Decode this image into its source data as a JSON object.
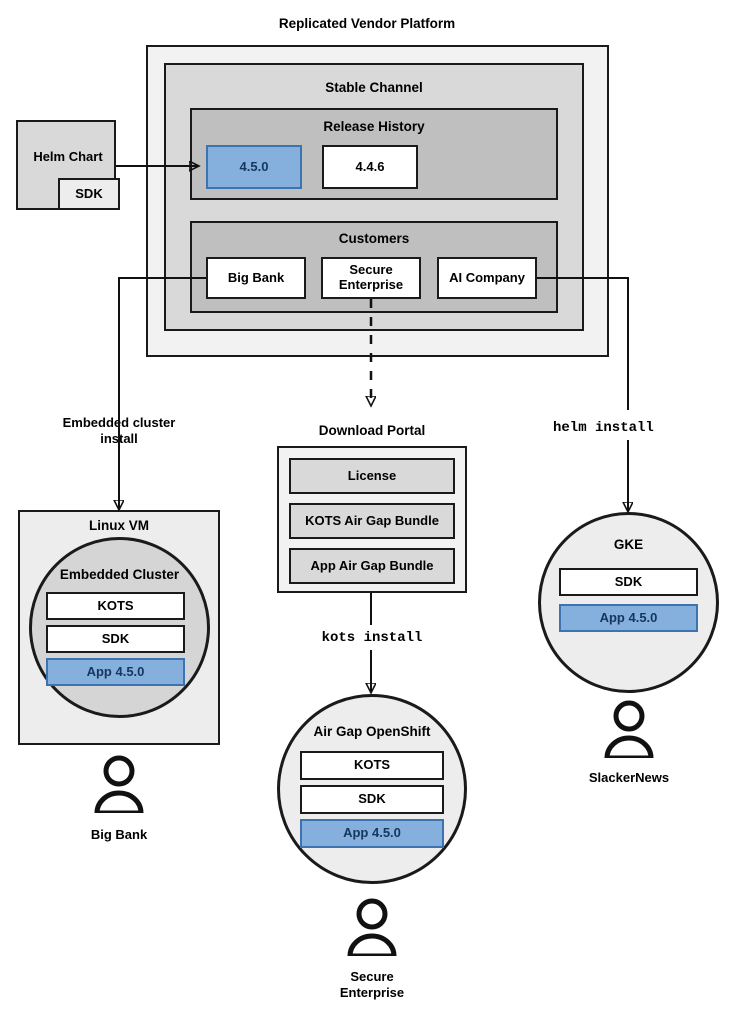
{
  "diagram": {
    "title": "Replicated Vendor Platform",
    "platform": {
      "channel_title": "Stable Channel",
      "release_history_title": "Release History",
      "releases": [
        {
          "version": "4.5.0",
          "highlighted": true
        },
        {
          "version": "4.4.6",
          "highlighted": false
        }
      ],
      "customers_title": "Customers",
      "customers": [
        {
          "name": "Big Bank"
        },
        {
          "name": "Secure\nEnterprise"
        },
        {
          "name": "AI Company"
        }
      ]
    },
    "source": {
      "helm_chart_label": "Helm Chart",
      "sdk_label": "SDK"
    },
    "connectors": [
      {
        "id": "embedded-cluster-install",
        "label": "Embedded cluster\ninstall",
        "style": "solid"
      },
      {
        "id": "download-portal-link",
        "label": "",
        "style": "dashed"
      },
      {
        "id": "kots-install",
        "label": "kots install",
        "style": "mono"
      },
      {
        "id": "helm-install",
        "label": "helm install",
        "style": "mono"
      }
    ],
    "targets": {
      "linux_vm": {
        "title": "Linux VM",
        "cluster_title": "Embedded Cluster",
        "components": [
          {
            "label": "KOTS",
            "highlighted": false
          },
          {
            "label": "SDK",
            "highlighted": false
          },
          {
            "label": "App 4.5.0",
            "highlighted": true
          }
        ],
        "user": "Big Bank"
      },
      "download_portal": {
        "title": "Download Portal",
        "items": [
          {
            "label": "License"
          },
          {
            "label": "KOTS Air Gap Bundle"
          },
          {
            "label": "App Air Gap Bundle"
          }
        ]
      },
      "air_gap_openshift": {
        "title": "Air Gap OpenShift",
        "components": [
          {
            "label": "KOTS",
            "highlighted": false
          },
          {
            "label": "SDK",
            "highlighted": false
          },
          {
            "label": "App 4.5.0",
            "highlighted": true
          }
        ],
        "user": "Secure\nEnterprise"
      },
      "gke": {
        "title": "GKE",
        "components": [
          {
            "label": "SDK",
            "highlighted": false
          },
          {
            "label": "App 4.5.0",
            "highlighted": true
          }
        ],
        "user": "SlackerNews"
      }
    },
    "colors": {
      "highlight_fill": "#85afdc",
      "highlight_border": "#3d74b0",
      "highlight_text": "#14375e",
      "outline": "#1a1a1a",
      "platform_bg": "#f2f2f2",
      "channel_bg": "#d9d9d9",
      "release_bg": "#bfbfbf"
    }
  }
}
